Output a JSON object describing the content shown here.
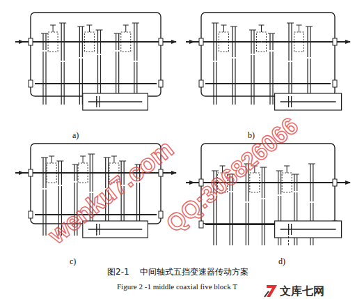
{
  "diagram": {
    "caption": "图2-1    中间轴式五挡变速器传动方案",
    "labels": [
      "a)",
      "b)",
      "c)",
      "d)",
      "Figure 2 -1 middle coaxial five block T",
      "wenku7.com",
      "QQ:306826066",
      "文库七网"
    ]
  }
}
